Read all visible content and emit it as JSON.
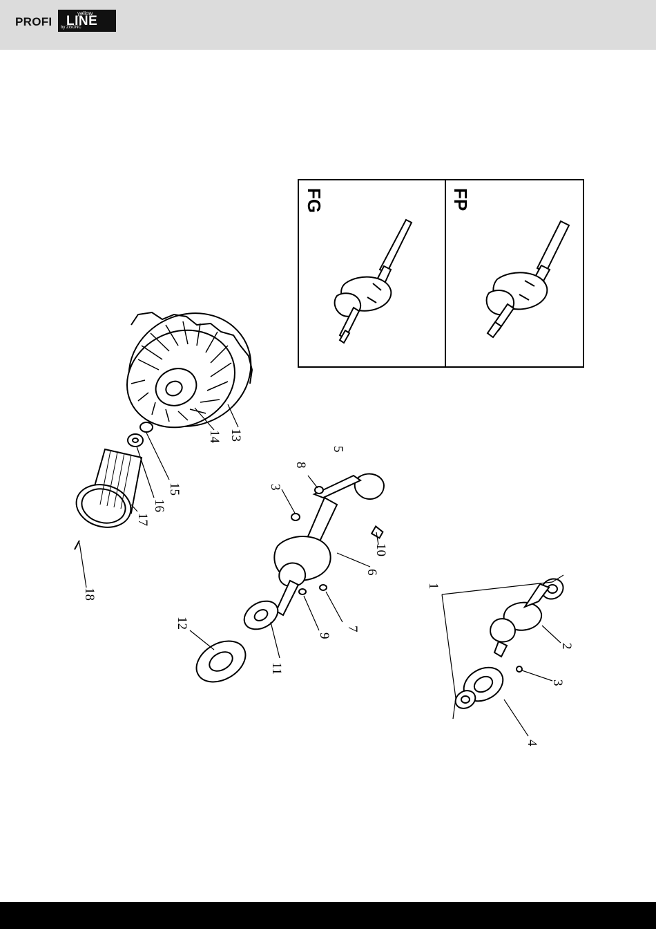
{
  "header": {
    "logo": {
      "brand": "PROFI",
      "line": "LINE",
      "tag": "yellow",
      "by": "by ZGONC"
    }
  },
  "inset": {
    "models": [
      "FG",
      "FP"
    ]
  },
  "callouts": {
    "n1": "1",
    "n2": "2",
    "n3": "3",
    "n3b": "3",
    "n4": "4",
    "n5": "5",
    "n6": "6",
    "n7": "7",
    "n8": "8",
    "n9": "9",
    "n10": "10",
    "n11": "11",
    "n12": "12",
    "n13": "13",
    "n14": "14",
    "n15": "15",
    "n16": "16",
    "n17": "17",
    "n18": "18"
  }
}
